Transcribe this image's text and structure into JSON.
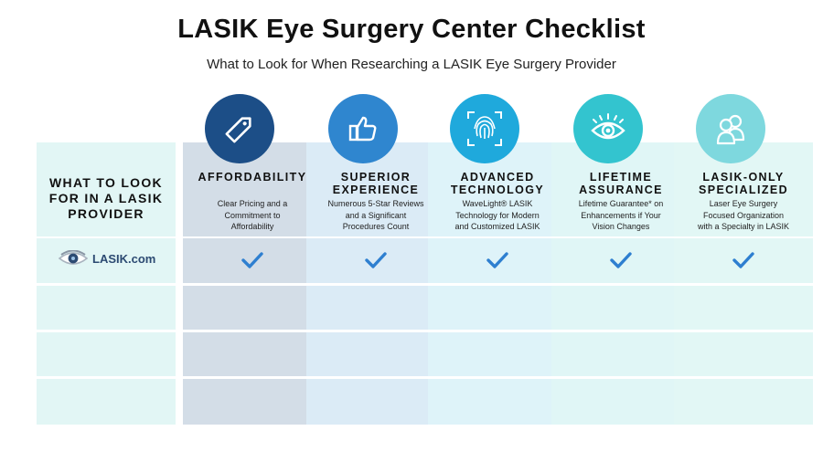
{
  "header": {
    "title": "LASIK Eye Surgery Center Checklist",
    "subtitle": "What to Look for When Researching a LASIK Eye Surgery Provider"
  },
  "lead_column": {
    "title_lines": [
      "WHAT TO LOOK",
      "FOR IN A LASIK",
      "PROVIDER"
    ],
    "logo_text": "LASIK.com"
  },
  "columns": [
    {
      "title_lines": [
        "AFFORDABILITY"
      ],
      "desc_lines": [
        "Clear Pricing and a",
        "Commitment to",
        "Affordability"
      ],
      "icon": "price-tag-icon",
      "icon_color": "#1c4e87",
      "check": true
    },
    {
      "title_lines": [
        "SUPERIOR",
        "EXPERIENCE"
      ],
      "desc_lines": [
        "Numerous 5-Star Reviews",
        "and a Significant",
        "Procedures Count"
      ],
      "icon": "thumbs-up-icon",
      "icon_color": "#2f86cf",
      "check": true
    },
    {
      "title_lines": [
        "ADVANCED",
        "TECHNOLOGY"
      ],
      "desc_lines": [
        "WaveLight® LASIK",
        "Technology for Modern",
        "and Customized LASIK"
      ],
      "icon": "fingerprint-scan-icon",
      "icon_color": "#1fa9dc",
      "check": true
    },
    {
      "title_lines": [
        "LIFETIME",
        "ASSURANCE"
      ],
      "desc_lines": [
        "Lifetime Guarantee* on",
        "Enhancements if Your",
        "Vision Changes"
      ],
      "icon": "eye-icon",
      "icon_color": "#33c4cf",
      "check": true
    },
    {
      "title_lines": [
        "LASIK-ONLY",
        "SPECIALIZED"
      ],
      "desc_lines": [
        "Laser Eye Surgery",
        "Focused Organization",
        "with a Specialty in LASIK"
      ],
      "icon": "users-icon",
      "icon_color": "#7ed8de",
      "check": true
    }
  ],
  "colors": {
    "check": "#2e7fd0",
    "title_text": "#111111"
  }
}
